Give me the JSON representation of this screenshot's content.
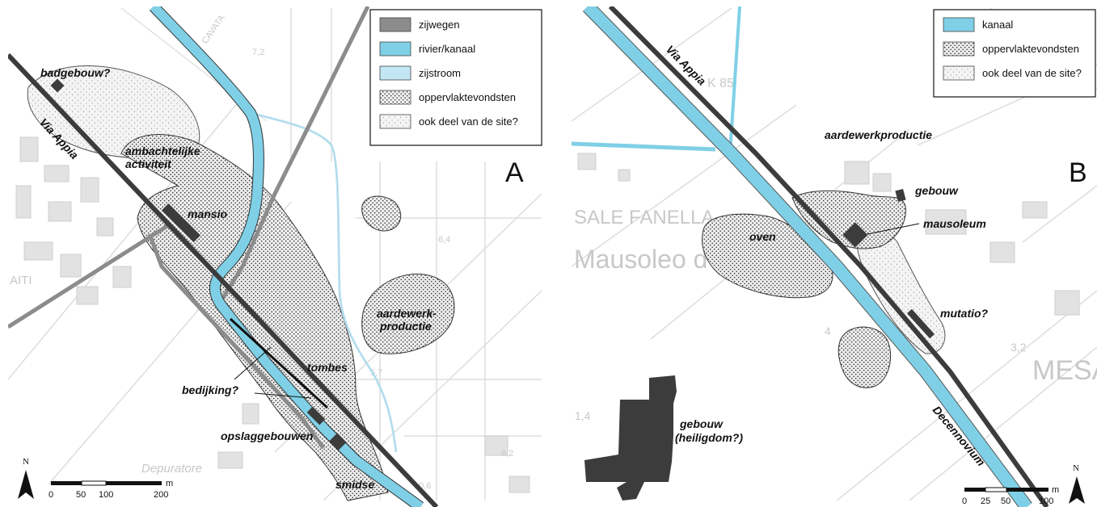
{
  "panel_a": {
    "letter": "A",
    "legend": [
      {
        "label": "zijwegen",
        "color": "#8c8c8c",
        "pattern": "solid"
      },
      {
        "label": "rivier/kanaal",
        "color": "#7fd0e6",
        "pattern": "solid"
      },
      {
        "label": "zijstroom",
        "color": "#c3e6f5",
        "pattern": "solid"
      },
      {
        "label": "oppervlaktevondsten",
        "color": "#e8e8e8",
        "pattern": "dense-dots"
      },
      {
        "label": "ook deel van de site?",
        "color": "#f2f2f2",
        "pattern": "sparse-dots"
      }
    ],
    "labels": {
      "badgebouw": "badgebouw?",
      "via_appia": "Via Appia",
      "ambacht_1": "ambachtelijke",
      "ambacht_2": "activiteit",
      "mansio": "mansio",
      "aardewerk_1": "aardewerk-",
      "aardewerk_2": "productie",
      "tombes": "tombes",
      "bedijking": "bedijking?",
      "opslag": "opslaggebouwen",
      "smidse": "smidse"
    },
    "background_text": {
      "depuratore": "Depuratore",
      "aiti": "AITI",
      "cavata": "CAVATA",
      "spot_1": "7,2",
      "spot_2": "6,4",
      "spot_3": "5,7",
      "spot_4": "10,6",
      "spot_5": "6,2"
    },
    "scale": {
      "ticks": [
        "0",
        "50",
        "100",
        "200"
      ],
      "unit": "m"
    },
    "north": "N"
  },
  "panel_b": {
    "letter": "B",
    "legend": [
      {
        "label": "kanaal",
        "color": "#7fd0e6",
        "pattern": "solid"
      },
      {
        "label": "oppervlaktevondsten",
        "color": "#e8e8e8",
        "pattern": "dense-dots"
      },
      {
        "label": "ook deel van de site?",
        "color": "#f2f2f2",
        "pattern": "sparse-dots"
      }
    ],
    "labels": {
      "via_appia": "Via Appia",
      "aardewerk": "aardewerkproductie",
      "gebouw": "gebouw",
      "mausoleum": "mausoleum",
      "oven": "oven",
      "mutatio": "mutatio?",
      "gebouw_heiligdom_1": "gebouw",
      "gebouw_heiligdom_2": "(heiligdom?)",
      "decennovium": "Decennovium"
    },
    "background_text": {
      "sale_fanella": "SALE FANELLA",
      "mausoleo": "Mausoleo d",
      "mesa": "MESA",
      "km": "K 85",
      "spot_1": "3,2",
      "spot_2": "4",
      "spot_3": "1,4"
    },
    "scale": {
      "ticks": [
        "0",
        "25",
        "50",
        "100"
      ],
      "unit": "m"
    },
    "north": "N"
  }
}
